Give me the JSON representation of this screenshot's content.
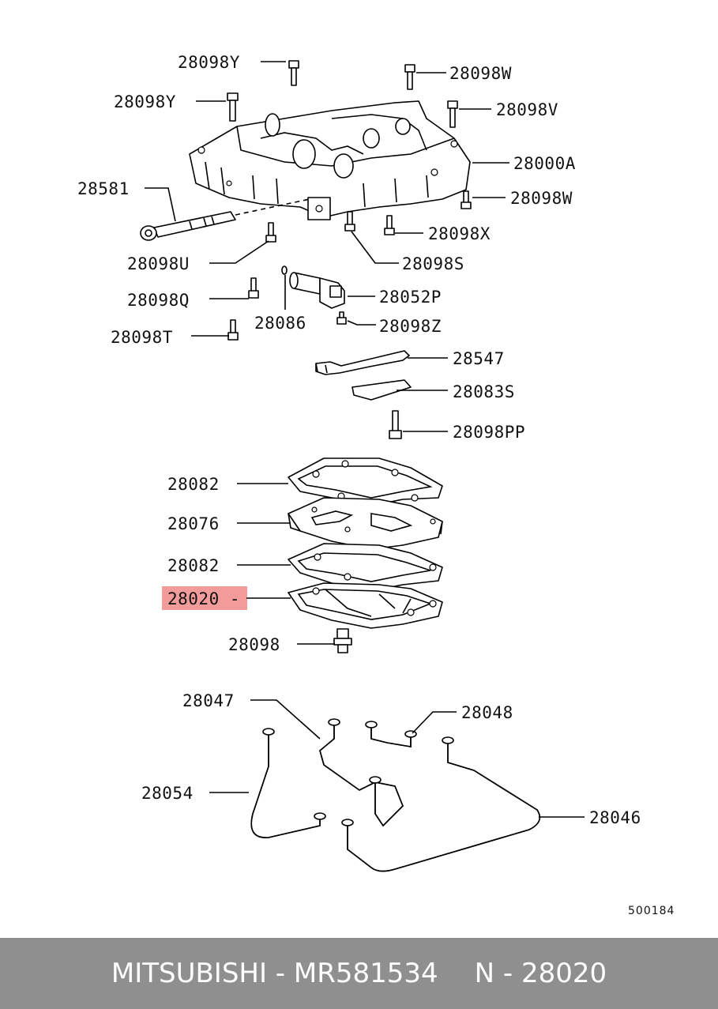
{
  "labels": {
    "l28098y_a": "28098Y",
    "l28098w_a": "28098W",
    "l28098y_b": "28098Y",
    "l28098v": "28098V",
    "l28000a": "28000A",
    "l28581": "28581",
    "l28098w_b": "28098W",
    "l28098x": "28098X",
    "l28098u": "28098U",
    "l28098s": "28098S",
    "l28052p": "28052P",
    "l28098q": "28098Q",
    "l28086": "28086",
    "l28098z": "28098Z",
    "l28098t": "28098T",
    "l28547": "28547",
    "l28083s": "28083S",
    "l28098pp": "28098PP",
    "l28082_a": "28082",
    "l28076": "28076",
    "l28082_b": "28082",
    "l28020": "28020 -",
    "l28098": "28098",
    "l28047": "28047",
    "l28048": "28048",
    "l28054": "28054",
    "l28046": "28046"
  },
  "diagram_code": "500184",
  "highlight_color": "#f08a8a",
  "footer": {
    "brand": "MITSUBISHI - MR581534",
    "part": "N - 28020"
  }
}
